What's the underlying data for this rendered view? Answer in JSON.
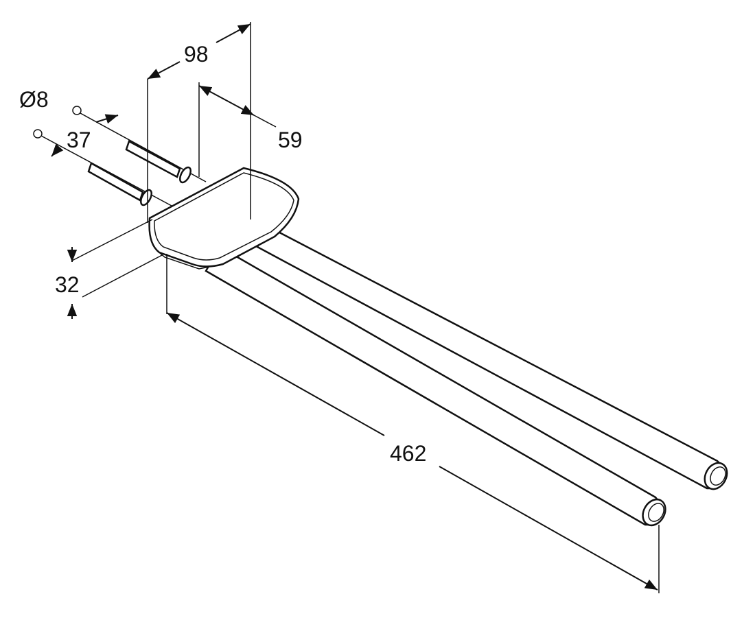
{
  "drawing": {
    "dimensions": {
      "depth_total": "98",
      "depth_bracket": "59",
      "diameter": "Ø8",
      "anchor_spacing": "37",
      "bracket_height": "32",
      "rail_length": "462"
    },
    "colors": {
      "line": "#111111",
      "background": "#ffffff"
    }
  }
}
